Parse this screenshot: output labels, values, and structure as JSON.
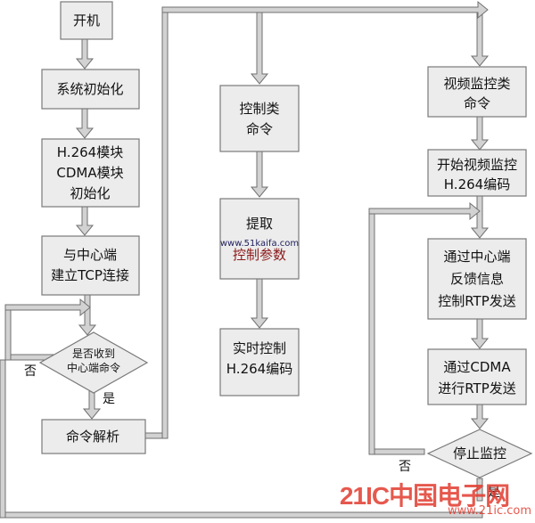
{
  "nodes": {
    "power_on": "开机",
    "sys_init": [
      "系统初始化"
    ],
    "module_init": [
      "H.264模块",
      "CDMA模块",
      "初始化"
    ],
    "tcp_connect": [
      "与中心端",
      "建立TCP连接"
    ],
    "receive_check": [
      "是否收到",
      "中心端命令"
    ],
    "parse_cmd": "命令解析",
    "control_cmd": [
      "控制类",
      "命令"
    ],
    "extract_params": [
      "提取",
      "控制参数"
    ],
    "realtime_ctrl": [
      "实时控制",
      "H.264编码"
    ],
    "video_cmd": [
      "视频监控类",
      "命令"
    ],
    "start_video": [
      "开始视频监控",
      "H.264编码"
    ],
    "feedback_ctrl": [
      "通过中心端",
      "反馈信息",
      "控制RTP发送"
    ],
    "cdma_send": [
      "通过CDMA",
      "进行RTP发送"
    ],
    "stop_monitor": "停止监控"
  },
  "edge_labels": {
    "yes": "是",
    "no_left": "否",
    "no_right": "否",
    "yes_bottom": "是"
  },
  "watermarks": {
    "center_overlay": "www.51kaifa.com",
    "brand_logo": "21IC中国电子网",
    "brand_url": "www.21ic.com"
  },
  "colors": {
    "box_fill": "#ececec",
    "box_stroke": "#7a7a7a",
    "arrow_fill": "#c8c8c8",
    "arrow_stroke": "#707070",
    "line": "#6a6a6a",
    "text": "#111111",
    "brand_red": "#e23b2e"
  }
}
